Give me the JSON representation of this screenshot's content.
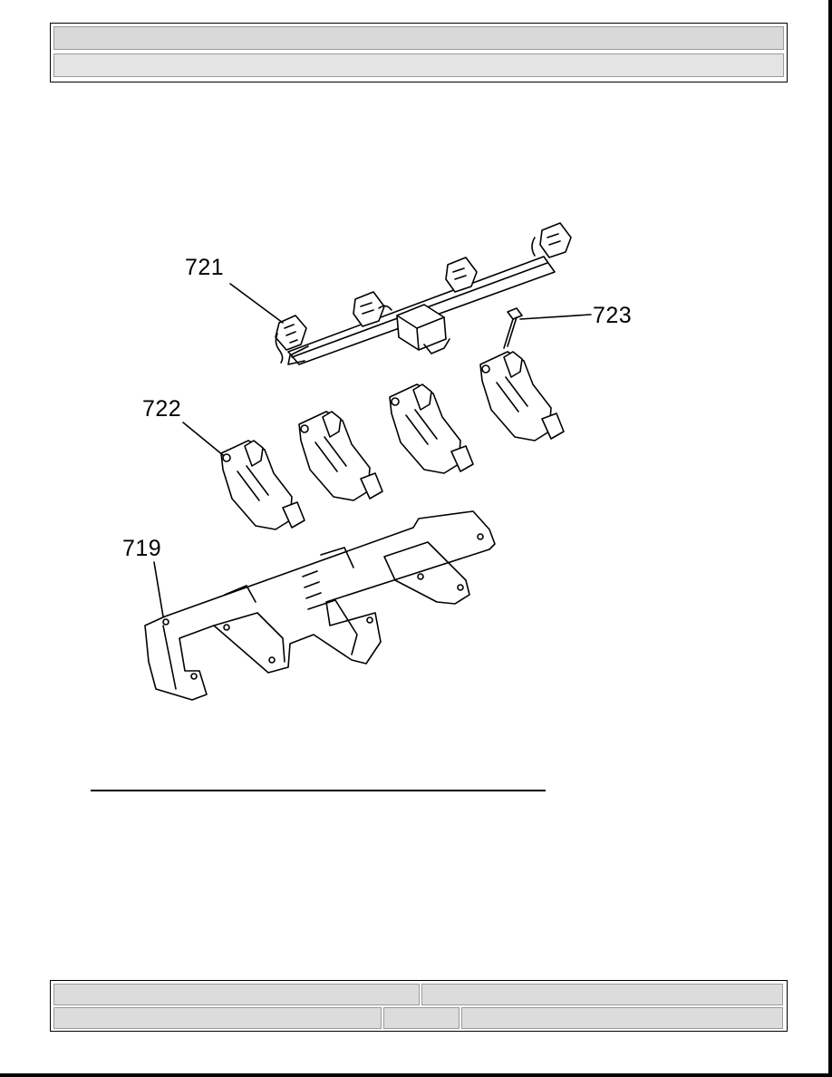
{
  "header": {
    "title": "",
    "subtitle": ""
  },
  "figure": {
    "callouts": [
      {
        "id": "c721",
        "text": "721"
      },
      {
        "id": "c722",
        "text": "722"
      },
      {
        "id": "c723",
        "text": "723"
      },
      {
        "id": "c719",
        "text": "719"
      }
    ]
  },
  "footer": {
    "left_top": "",
    "right_top": "",
    "left_bottom": "",
    "mid_bottom": "",
    "right_bottom": ""
  }
}
